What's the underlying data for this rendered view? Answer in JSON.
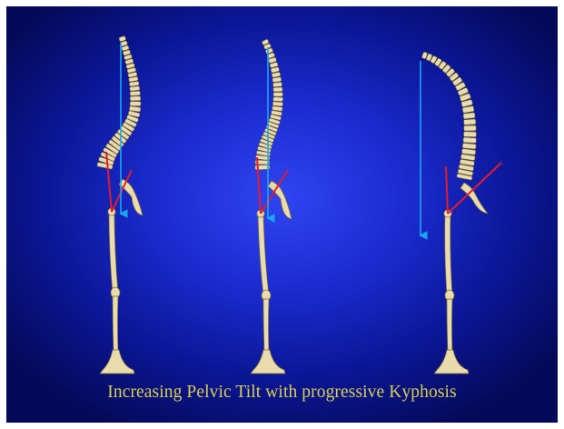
{
  "caption": "Increasing Pelvic Tilt with progressive Kyphosis",
  "figure_labels": {
    "figure_1": "spine-leg-figure-mild",
    "figure_2": "spine-leg-figure-moderate",
    "figure_3": "spine-leg-figure-severe"
  },
  "colors": {
    "background_center": "#2f45f2",
    "background_edge": "#040a5a",
    "bone": "#e9dbab",
    "bone_outline": "#7a6a3a",
    "plumb_line": "#19a7f2",
    "pelvic_tilt_line": "#e21d2a",
    "caption": "#d9cf55"
  }
}
